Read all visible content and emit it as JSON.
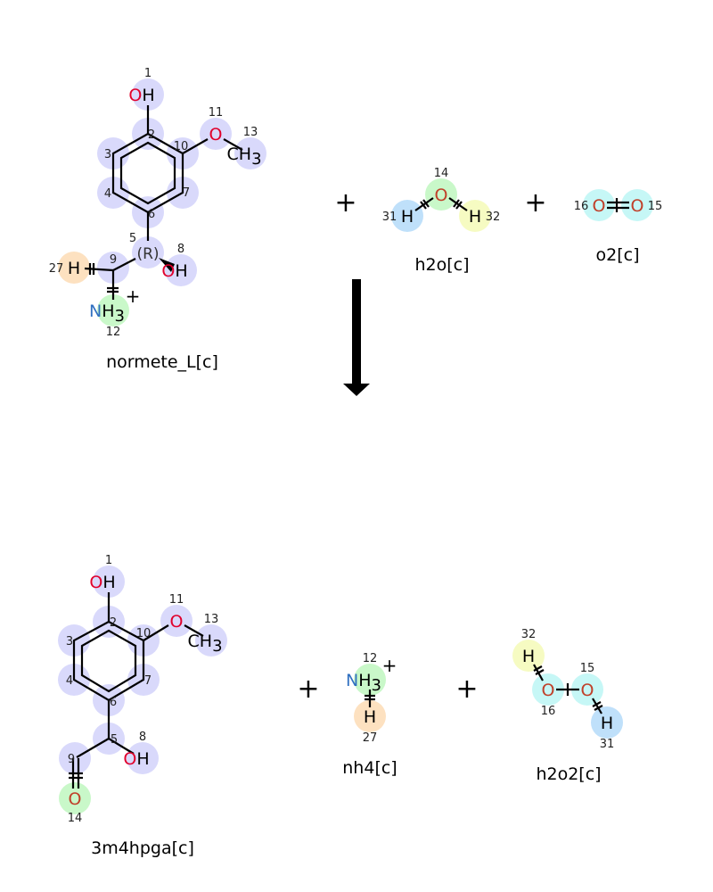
{
  "colors": {
    "atom_default": "#d9d9fb",
    "peach": "#fde1c0",
    "green": "#c9f8c9",
    "blue": "#bfe0fa",
    "yellow": "#f6fbc2",
    "cyan": "#c6f7f6",
    "oxygen": "#e0002c",
    "oxygen_mapped": "#c0402a",
    "nitrogen": "#3070c0"
  },
  "reaction": {
    "operators": [
      "+",
      "+",
      "+",
      "+"
    ],
    "arrow": "reaction-arrow-down"
  },
  "molecules": [
    {
      "id": "normete",
      "name": "normete_L[c]",
      "stereo": "(R)",
      "atoms": [
        {
          "num": "1",
          "sym": "O",
          "h": "H",
          "sub": "",
          "hl": "atom_default"
        },
        {
          "num": "2",
          "sym": "",
          "hl": "atom_default"
        },
        {
          "num": "3",
          "sym": "",
          "hl": "atom_default"
        },
        {
          "num": "4",
          "sym": "",
          "hl": "atom_default"
        },
        {
          "num": "5",
          "sym": "",
          "hl": "atom_default"
        },
        {
          "num": "6",
          "sym": "",
          "hl": "atom_default"
        },
        {
          "num": "7",
          "sym": "",
          "hl": "atom_default"
        },
        {
          "num": "8",
          "sym": "O",
          "h": "H",
          "sub": "",
          "hl": "atom_default"
        },
        {
          "num": "9",
          "sym": "",
          "hl": "atom_default"
        },
        {
          "num": "10",
          "sym": "",
          "hl": "atom_default"
        },
        {
          "num": "11",
          "sym": "O",
          "h": "",
          "sub": "",
          "hl": "atom_default"
        },
        {
          "num": "13",
          "sym": "C",
          "h": "H",
          "sub": "3",
          "hl": "atom_default"
        },
        {
          "num": "27",
          "sym": "H",
          "h": "",
          "sub": "",
          "hl": "peach"
        },
        {
          "num": "12",
          "sym": "N",
          "h": "H",
          "sub": "3",
          "charge": "+",
          "hl": "green"
        }
      ]
    },
    {
      "id": "h2o",
      "name": "h2o[c]",
      "atoms": [
        {
          "num": "14",
          "sym": "O",
          "h": "",
          "sub": "",
          "hl": "green"
        },
        {
          "num": "31",
          "sym": "H",
          "h": "",
          "sub": "",
          "hl": "blue"
        },
        {
          "num": "32",
          "sym": "H",
          "h": "",
          "sub": "",
          "hl": "yellow"
        }
      ]
    },
    {
      "id": "o2",
      "name": "o2[c]",
      "atoms": [
        {
          "num": "16",
          "sym": "O",
          "h": "",
          "sub": "",
          "hl": "cyan"
        },
        {
          "num": "15",
          "sym": "O",
          "h": "",
          "sub": "",
          "hl": "cyan"
        }
      ]
    },
    {
      "id": "m3m4hpga",
      "name": "3m4hpga[c]",
      "atoms": [
        {
          "num": "1",
          "sym": "O",
          "h": "H",
          "sub": "",
          "hl": "atom_default"
        },
        {
          "num": "2",
          "sym": "",
          "hl": "atom_default"
        },
        {
          "num": "3",
          "sym": "",
          "hl": "atom_default"
        },
        {
          "num": "4",
          "sym": "",
          "hl": "atom_default"
        },
        {
          "num": "5",
          "sym": "",
          "hl": "atom_default"
        },
        {
          "num": "6",
          "sym": "",
          "hl": "atom_default"
        },
        {
          "num": "7",
          "sym": "",
          "hl": "atom_default"
        },
        {
          "num": "8",
          "sym": "O",
          "h": "H",
          "sub": "",
          "hl": "atom_default"
        },
        {
          "num": "9",
          "sym": "",
          "hl": "atom_default"
        },
        {
          "num": "10",
          "sym": "",
          "hl": "atom_default"
        },
        {
          "num": "11",
          "sym": "O",
          "h": "",
          "sub": "",
          "hl": "atom_default"
        },
        {
          "num": "13",
          "sym": "C",
          "h": "H",
          "sub": "3",
          "hl": "atom_default"
        },
        {
          "num": "14",
          "sym": "O",
          "h": "",
          "sub": "",
          "hl": "green"
        }
      ]
    },
    {
      "id": "nh4",
      "name": "nh4[c]",
      "atoms": [
        {
          "num": "12",
          "sym": "N",
          "h": "H",
          "sub": "3",
          "charge": "+",
          "hl": "green"
        },
        {
          "num": "27",
          "sym": "H",
          "h": "",
          "sub": "",
          "hl": "peach"
        }
      ]
    },
    {
      "id": "h2o2",
      "name": "h2o2[c]",
      "atoms": [
        {
          "num": "32",
          "sym": "H",
          "h": "",
          "sub": "",
          "hl": "yellow"
        },
        {
          "num": "16",
          "sym": "O",
          "h": "",
          "sub": "",
          "hl": "cyan"
        },
        {
          "num": "15",
          "sym": "O",
          "h": "",
          "sub": "",
          "hl": "cyan"
        },
        {
          "num": "31",
          "sym": "H",
          "h": "",
          "sub": "",
          "hl": "blue"
        }
      ]
    }
  ]
}
